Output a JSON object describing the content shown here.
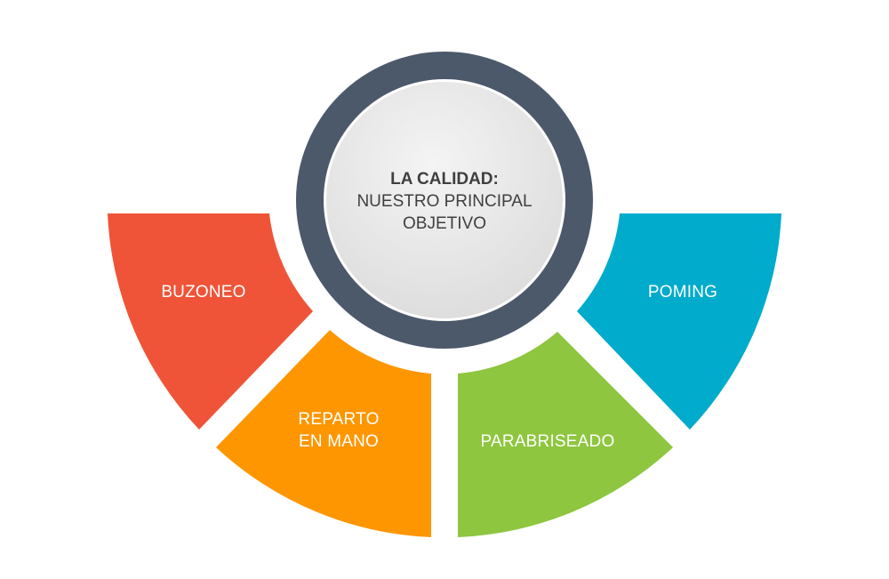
{
  "center": {
    "title": "LA CALIDAD:",
    "line1": "NUESTRO PRINCIPAL",
    "line2": "OBJETIVO",
    "ring_color": "#4c596b",
    "fill_color": "#e9e9e9"
  },
  "segments": [
    {
      "id": "buzoneo",
      "lines": [
        "BUZONEO"
      ],
      "color": "#ef5438"
    },
    {
      "id": "reparto",
      "lines": [
        "REPARTO",
        "EN MANO"
      ],
      "color": "#fd9600"
    },
    {
      "id": "parabriseado",
      "lines": [
        "PARABRISEADO"
      ],
      "color": "#8ec63f"
    },
    {
      "id": "poming",
      "lines": [
        "POMING"
      ],
      "color": "#00abcc"
    }
  ]
}
